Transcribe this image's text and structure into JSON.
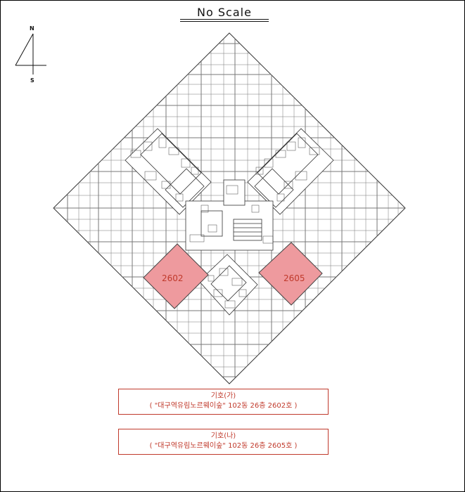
{
  "title": "No Scale",
  "compass": {
    "north": "N",
    "south": "S"
  },
  "units": [
    {
      "label": "2602",
      "color": "#ee9a9e"
    },
    {
      "label": "2605",
      "color": "#ee9a9e"
    }
  ],
  "legends": [
    {
      "symbol": "기호(가)",
      "detail": "( \"대구역유림노르웨이숲\" 102동 26층 2602호 )"
    },
    {
      "symbol": "기호(나)",
      "detail": "( \"대구역유림노르웨이숲\" 102동 26층 2605호 )"
    }
  ],
  "colors": {
    "highlight": "#ee9a9e",
    "legend_text": "#c0392b",
    "line": "#555555"
  }
}
